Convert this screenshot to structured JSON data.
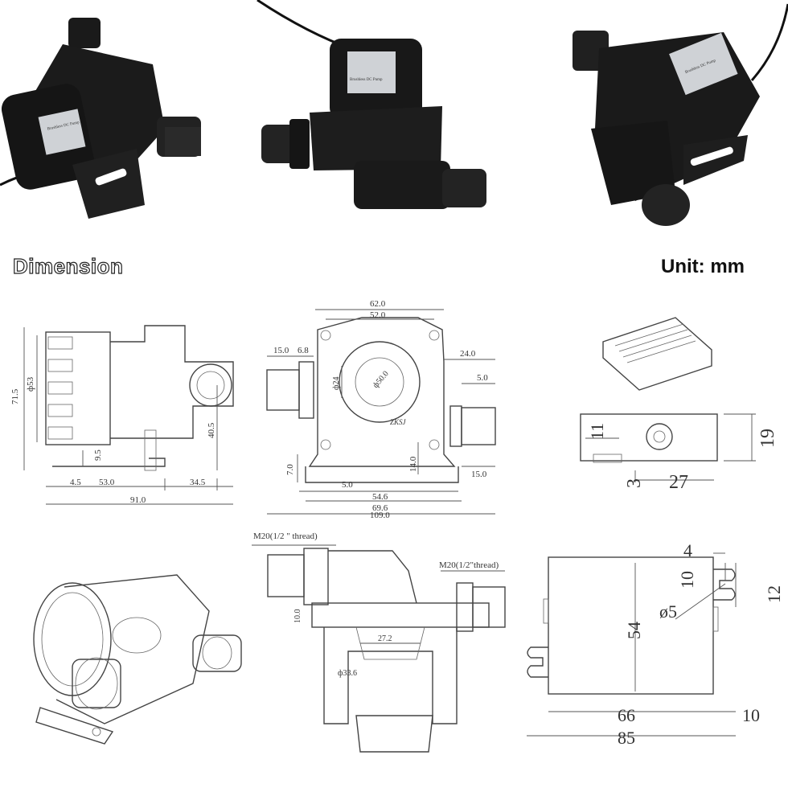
{
  "headings": {
    "dimension": "Dimension",
    "unit": "Unit: mm"
  },
  "photos": [
    {
      "label_line": "Brushless DC Pump"
    },
    {
      "label_line": "Brushless DC Pump"
    },
    {
      "label_line": "Brushless DC Pump"
    }
  ],
  "side_view": {
    "d71_5": "71.5",
    "d53": "ф53",
    "d40_5": "40.5",
    "d9_5": "9.5",
    "d4_5": "4.5",
    "d53_0": "53.0",
    "d34_5": "34.5",
    "d91_0": "91.0"
  },
  "front_view": {
    "d62_0": "62.0",
    "d52_0": "52.0",
    "d15_0a": "15.0",
    "d6_8": "6.8",
    "d24_0": "24.0",
    "d5_0a": "5.0",
    "d24": "ф24",
    "d50_0": "ф50.0",
    "d7_0": "7.0",
    "d14_0": "14.0",
    "d15_0b": "15.0",
    "d5_0b": "5.0",
    "d54_6": "54.6",
    "d69_6": "69.6",
    "d109_0": "109.0",
    "brand": "ZKSJ"
  },
  "bottom_view": {
    "thread_left": "M20(1/2 \" thread)",
    "thread_right": "M20(1/2\"thread)",
    "d10_0": "10.0",
    "d27_2": "27.2",
    "d33_6": "ф33.6"
  },
  "connector_view": {
    "d11": "11",
    "d19": "19",
    "d3": "3",
    "d27": "27"
  },
  "bracket_view": {
    "d4": "4",
    "d10a": "10",
    "d12": "12",
    "d5": "ø5",
    "d54": "54",
    "d66": "66",
    "d10b": "10",
    "d85": "85"
  }
}
